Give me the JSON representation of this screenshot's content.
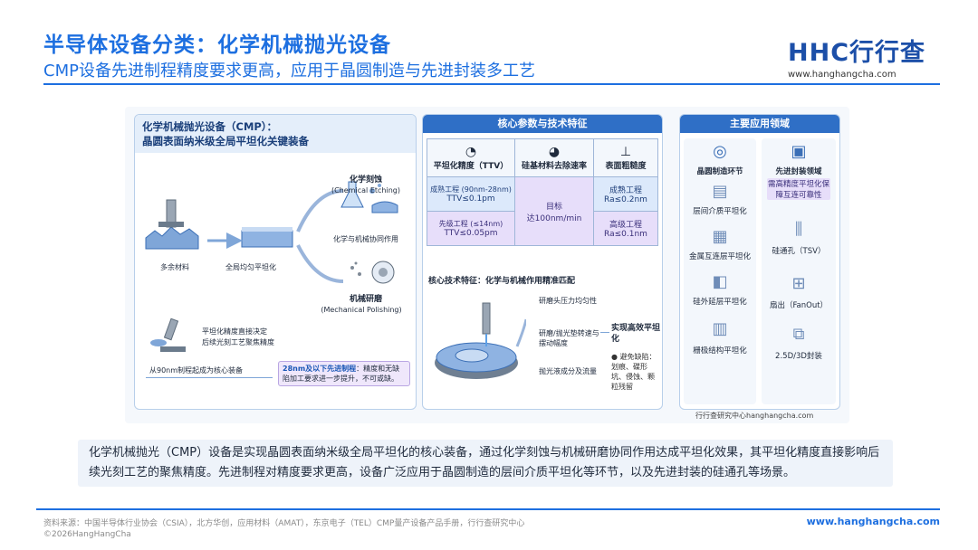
{
  "header": {
    "title": "半导体设备分类：化学机械抛光设备",
    "subtitle": "CMP设备先进制程精度要求更高，应用于晶圆制造与先进封装多工艺",
    "logo_text": "HHC行行查",
    "logo_url": "www.hanghangcha.com"
  },
  "left_panel": {
    "heading_line1": "化学机械抛光设备（CMP）：",
    "heading_line2": "晶圆表面纳米级全局平坦化关键装备",
    "chem_label": "化学刻蚀",
    "chem_label_en": "(Chemical Etching)",
    "synergy_label": "化学与机械协同作用",
    "excess_label": "多余材料",
    "flat_label": "全局均匀平坦化",
    "mech_label": "机械研磨",
    "mech_label_en": "(Mechanical Polishing)",
    "note1": "平坦化精度直接决定",
    "note2": "后续光刻工艺聚焦精度",
    "from90": "从90nm制程起成为核心装备",
    "adv_bold": "28nm及以下先进制程",
    "adv_rest": "：精度和无缺陷加工要求进一步提升，不可或缺。"
  },
  "middle_panel": {
    "heading": "核心参数与技术特征",
    "col1": "平坦化精度（TTV）",
    "col2": "硅基材料去除速率",
    "col3": "表面粗糙度",
    "mature_range": "成熟工程 (90nm-28nm)",
    "mature_ttv": "TTV≤0.1pm",
    "adv_range": "先级工程 (≤14nm)",
    "adv_ttv": "TTV≤0.05pm",
    "target_label": "目标",
    "target_value": "达100nm/min",
    "rough_mature_label": "成熟工程",
    "rough_mature": "Ra≤0.2nm",
    "rough_adv_label": "高级工程",
    "rough_adv": "Ra≤0.1nm",
    "core_feature": "核心技术特征：化学与机械作用精准匹配",
    "f1": "研磨头压力均匀性",
    "f2": "研磨/抛光垫转速与摆动幅度",
    "f3": "抛光液成分及流量",
    "result": "实现高效平坦化",
    "avoid": "● 避免缺陷：划痕、碟形坑、侵蚀、颗粒残留",
    "credit": "行行查研究中心hanghangcha.com"
  },
  "right_panel": {
    "heading": "主要应用领域",
    "wafer_heading": "晶圆制造环节",
    "pkg_heading": "先进封装领域",
    "pkg_note": "需高精度平坦化保障互连可靠性",
    "w1": "层间介质平坦化",
    "w2": "金属互连层平坦化",
    "w3": "硅外延层平坦化",
    "w4": "栅极结构平坦化",
    "p1": "硅通孔（TSV）",
    "p2": "扇出（FanOut）",
    "p3": "2.5D/3D封装"
  },
  "summary": "化学机械抛光（CMP）设备是实现晶圆表面纳米级全局平坦化的核心装备，通过化学刻蚀与机械研磨协同作用达成平坦化效果，其平坦化精度直接影响后续光刻工艺的聚焦精度。先进制程对精度要求更高，设备广泛应用于晶圆制造的层间介质平坦化等环节，以及先进封装的硅通孔等场景。",
  "footer": {
    "source": "资料来源：中国半导体行业协会（CSIA），北方华创，应用材料（AMAT），东京电子（TEL）CMP量产设备产品手册，行行查研究中心",
    "copyright": "©2026HangHangCha",
    "url": "www.hanghangcha.com"
  },
  "colors": {
    "accent": "#1d6fe0",
    "navy": "#1c4fa8",
    "card_head": "#2f6fc6"
  }
}
